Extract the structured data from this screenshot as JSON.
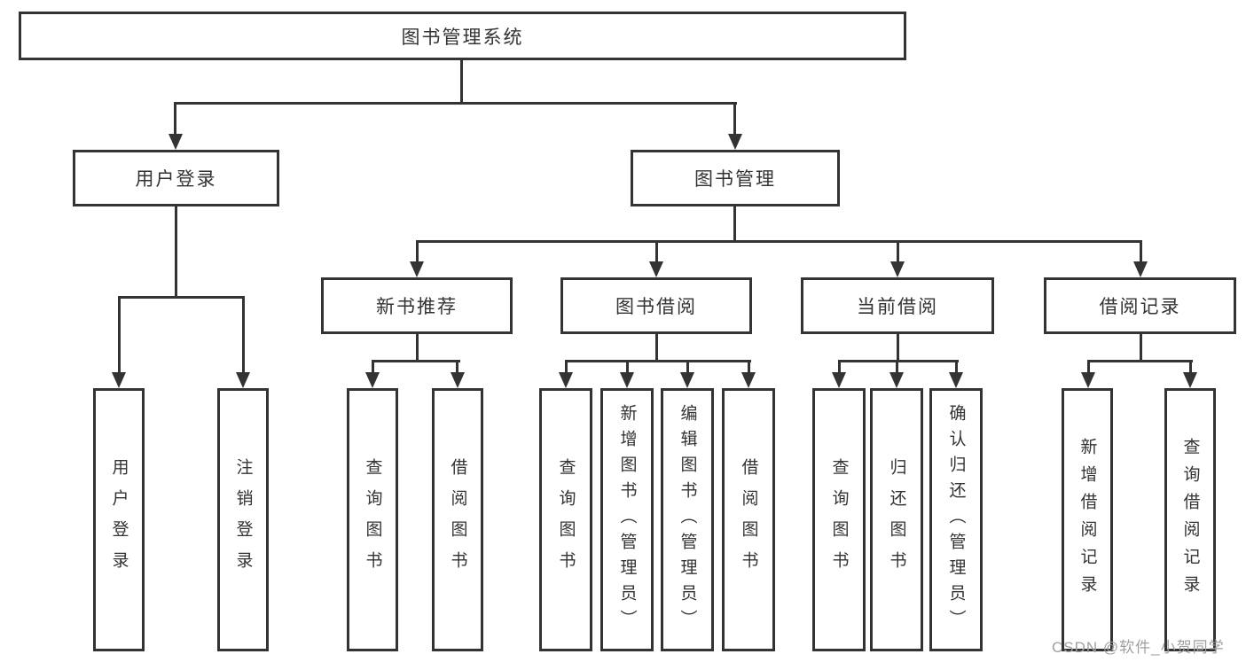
{
  "nodes": {
    "root": {
      "label": "图书管理系统"
    },
    "user_login": {
      "label": "用户登录"
    },
    "book_mgmt": {
      "label": "图书管理"
    },
    "new_book": {
      "label": "新书推荐"
    },
    "borrow": {
      "label": "图书借阅"
    },
    "current": {
      "label": "当前借阅"
    },
    "records": {
      "label": "借阅记录"
    },
    "leaf_a1": {
      "label": "用户登录"
    },
    "leaf_a2": {
      "label": "注销登录"
    },
    "leaf_b1": {
      "label": "查询图书"
    },
    "leaf_b2": {
      "label": "借阅图书"
    },
    "leaf_c1": {
      "label": "查询图书"
    },
    "leaf_c2": {
      "label": "新增图书（管理员）"
    },
    "leaf_c3": {
      "label": "编辑图书（管理员）"
    },
    "leaf_c4": {
      "label": "借阅图书"
    },
    "leaf_d1": {
      "label": "查询图书"
    },
    "leaf_d2": {
      "label": "归还图书"
    },
    "leaf_d3": {
      "label": "确认归还（管理员）"
    },
    "leaf_e1": {
      "label": "新增借阅记录"
    },
    "leaf_e2": {
      "label": "查询借阅记录"
    }
  },
  "watermark": {
    "text": "CSDN @软件_小贺同学"
  },
  "colors": {
    "line": "#333333",
    "background": "#ffffff",
    "watermark": "#a0a0a0"
  }
}
